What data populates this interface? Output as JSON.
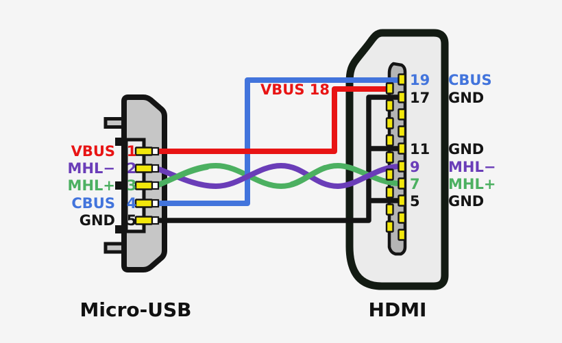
{
  "colors": {
    "background": "#f5f5f5",
    "red": "#e81414",
    "purple": "#6a3db8",
    "green": "#4cb061",
    "blue": "#4274dc",
    "black": "#141414",
    "pin_yellow": "#f2e70c",
    "body_gray": "#c6c6c6",
    "body_light": "#ededed",
    "hdmi_fill": "#ebebeb",
    "hdmi_outline": "#131b13",
    "tongue_gray": "#b5b5b5"
  },
  "microusb": {
    "title": "Micro-USB",
    "pins": [
      {
        "number": "1",
        "label": "VBUS",
        "color": "#e81414"
      },
      {
        "number": "2",
        "label": "MHL−",
        "color": "#6a3db8"
      },
      {
        "number": "3",
        "label": "MHL+",
        "color": "#4cb061"
      },
      {
        "number": "4",
        "label": "CBUS",
        "color": "#4274dc"
      },
      {
        "number": "5",
        "label": "GND",
        "color": "#141414"
      }
    ]
  },
  "hdmi": {
    "title": "HDMI",
    "pins": [
      {
        "number": "19",
        "label": "CBUS",
        "color": "#4274dc"
      },
      {
        "number": "17",
        "label": "GND",
        "color": "#141414"
      },
      {
        "number": "11",
        "label": "GND",
        "color": "#141414"
      },
      {
        "number": "9",
        "label": "MHL−",
        "color": "#6a3db8"
      },
      {
        "number": "7",
        "label": "MHL+",
        "color": "#4cb061"
      },
      {
        "number": "5",
        "label": "GND",
        "color": "#141414"
      }
    ]
  },
  "wires": {
    "vbus": {
      "signal": "VBUS",
      "label": "VBUS 18",
      "color": "#e81414"
    },
    "mhl_minus": {
      "signal": "MHL−",
      "color": "#6a3db8"
    },
    "mhl_plus": {
      "signal": "MHL+",
      "color": "#4cb061"
    },
    "cbus": {
      "signal": "CBUS",
      "color": "#4274dc"
    },
    "gnd": {
      "signal": "GND",
      "color": "#141414"
    }
  }
}
